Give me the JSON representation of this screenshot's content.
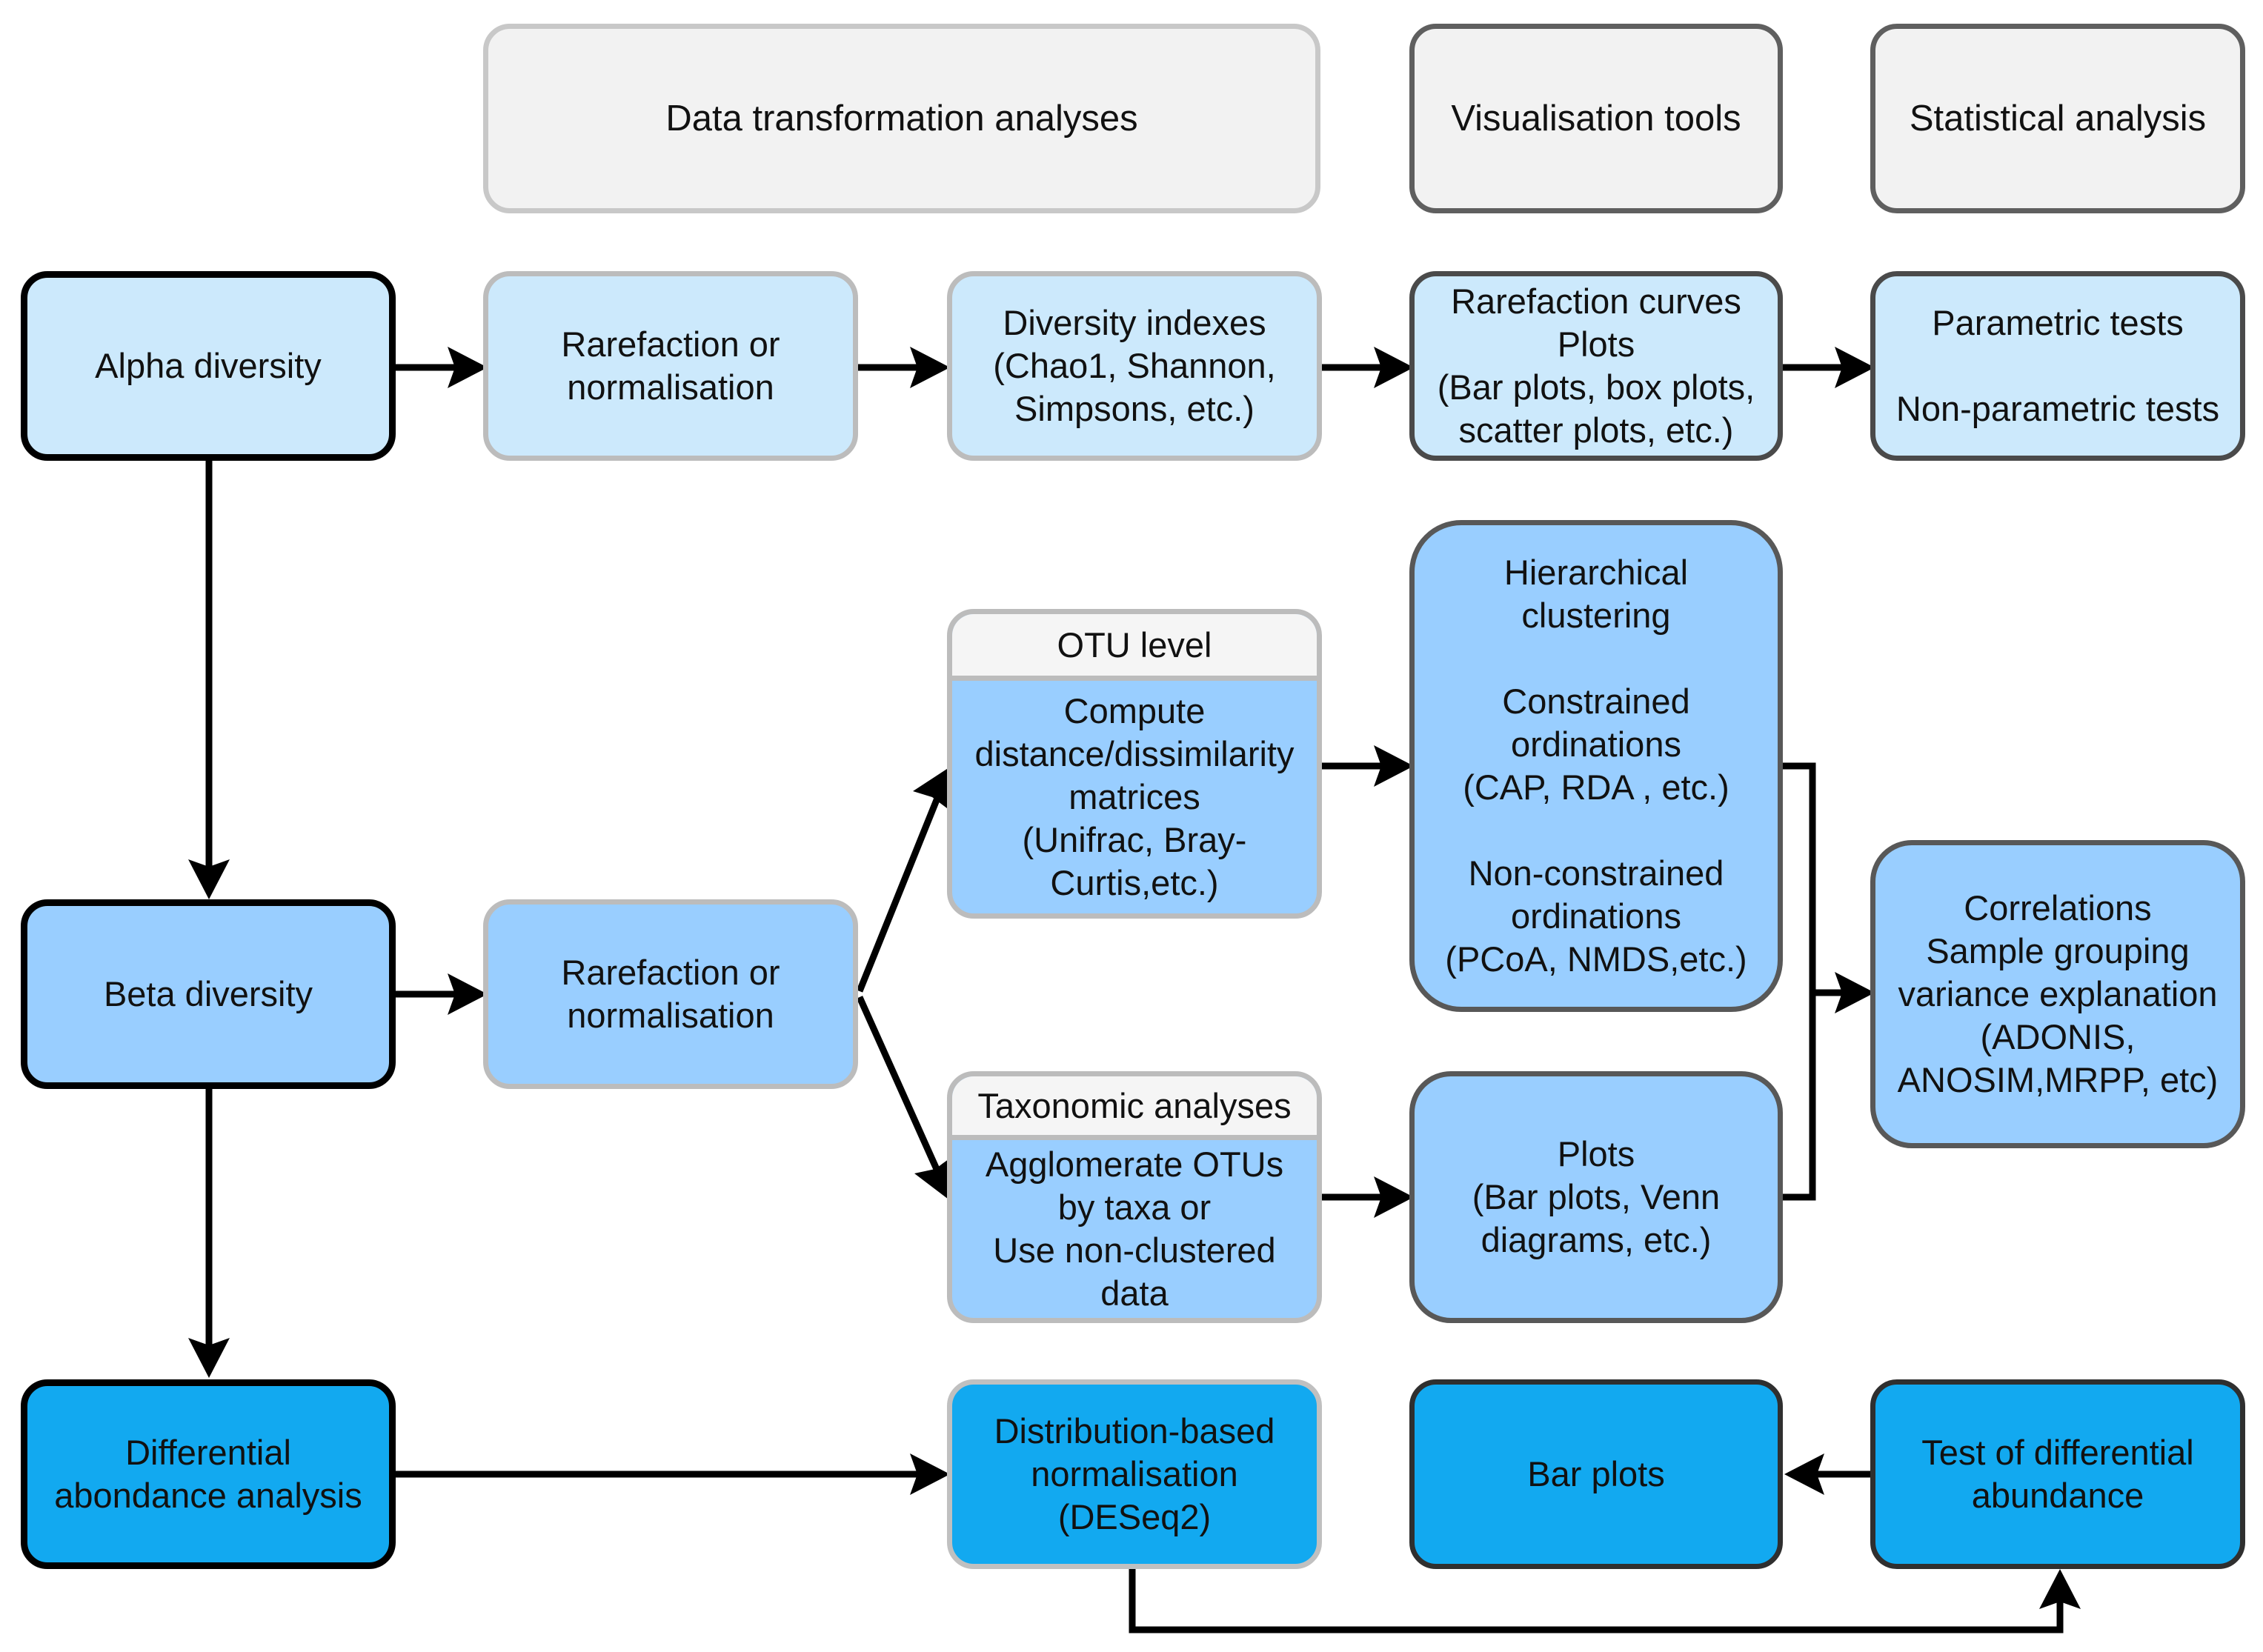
{
  "headers": {
    "data_transformation": "Data transformation analyses",
    "visualisation": "Visualisation tools",
    "statistical": "Statistical analysis"
  },
  "alpha": {
    "title": "Alpha diversity",
    "rarefaction": [
      "Rarefaction or",
      "normalisation"
    ],
    "indexes": [
      "Diversity indexes",
      "(Chao1, Shannon,",
      "Simpsons, etc.)"
    ],
    "curves": [
      "Rarefaction curves",
      "Plots",
      "(Bar plots, box plots,",
      "scatter plots, etc.)"
    ],
    "tests": {
      "parametric": "Parametric tests",
      "nonparametric": "Non-parametric tests"
    }
  },
  "beta": {
    "title": "Beta diversity",
    "rarefaction": [
      "Rarefaction or",
      "normalisation"
    ],
    "otu": {
      "tab": "OTU level",
      "body": [
        "Compute",
        "distance/dissimilarity",
        "matrices",
        "(Unifrac, Bray-",
        "Curtis,etc.)"
      ]
    },
    "taxonomic": {
      "tab": "Taxonomic analyses",
      "body": [
        "Agglomerate OTUs",
        "by taxa or",
        "Use non-clustered",
        "data"
      ]
    },
    "ordination": {
      "hierarchical": [
        "Hierarchical",
        "clustering"
      ],
      "constrained": [
        "Constrained",
        "ordinations",
        "(CAP, RDA , etc.)"
      ],
      "nonconstrained": [
        "Non-constrained",
        "ordinations",
        "(PCoA, NMDS,etc.)"
      ]
    },
    "plots": [
      "Plots",
      "(Bar plots, Venn",
      "diagrams, etc.)"
    ],
    "correlations": [
      "Correlations",
      "Sample grouping",
      "variance explanation",
      "(ADONIS,",
      "ANOSIM,MRPP, etc)"
    ]
  },
  "differential": {
    "title": [
      "Differential",
      "abondance analysis"
    ],
    "normalisation": [
      "Distribution-based",
      "normalisation",
      "(DESeq2)"
    ],
    "barplots": "Bar plots",
    "test": [
      "Test of differential",
      "abundance"
    ]
  },
  "colors": {
    "header_fill": "#f2f2f2",
    "alpha_fill": "#cce9fc",
    "beta_fill": "#99ceff",
    "differential_fill": "#12a9f0",
    "arrow": "#000000"
  }
}
